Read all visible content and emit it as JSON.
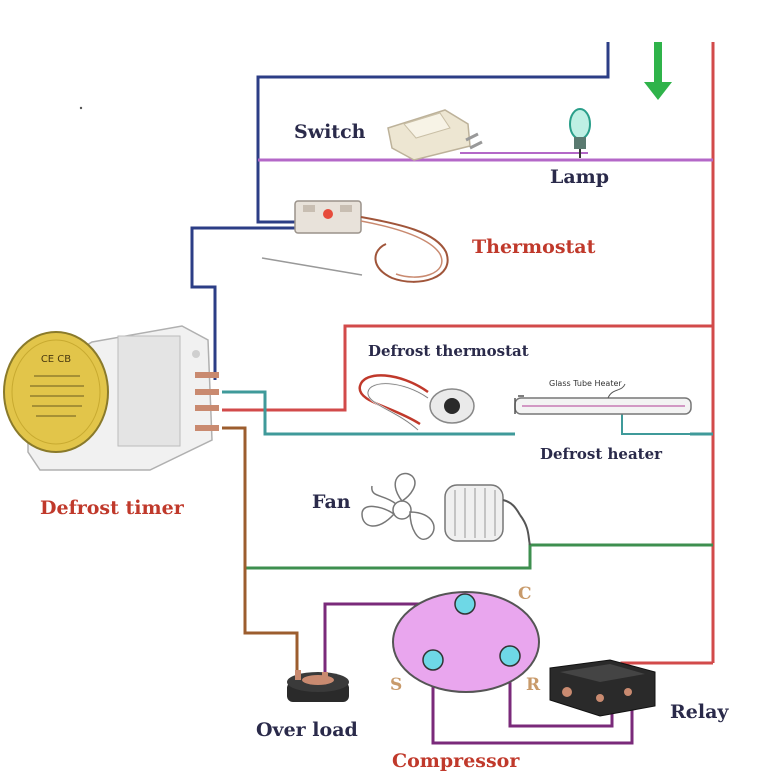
{
  "labels": {
    "switch": "Switch",
    "lamp": "Lamp",
    "thermostat": "Thermostat",
    "defrost_thermostat": "Defrost thermostat",
    "glass_tube_heater": "Glass Tube Heater",
    "defrost_heater": "Defrost heater",
    "fan": "Fan",
    "defrost_timer": "Defrost timer",
    "terminal_c": "C",
    "terminal_s": "S",
    "terminal_r": "R",
    "overload": "Over load",
    "relay": "Relay",
    "compressor": "Compressor"
  },
  "timer_face_text": "CE CB",
  "colors": {
    "live_wire": "#d24a4a",
    "neutral_wire": "#2c3e86",
    "lamp_wire": "#b468c8",
    "heater_wire": "#3f9a9a",
    "fan_wire": "#3e8f4f",
    "timer_wire": "#9c5d2e",
    "compressor_body": "#e9a6ee",
    "terminal": "#6ed8e6",
    "arrow": "#2fb34a",
    "thermostat_label": "#c0392b",
    "dark_label": "#2a2a4a",
    "timer_face": "#e2c54a"
  }
}
